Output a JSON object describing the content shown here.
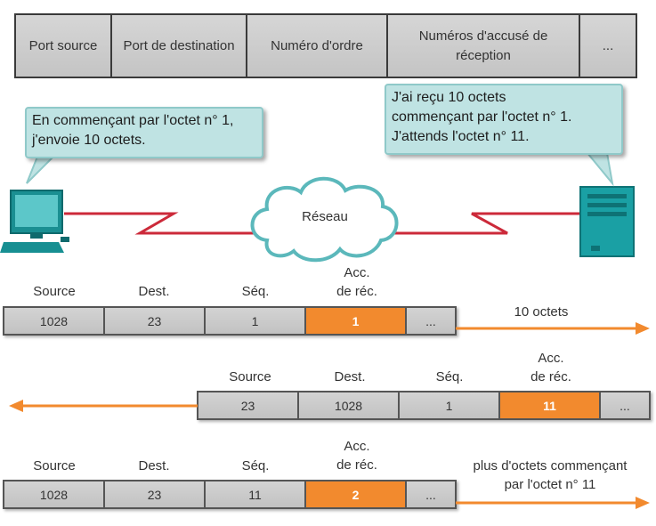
{
  "header_fields": [
    "Port source",
    "Port de destination",
    "Numéro d'ordre",
    "Numéros d'accusé de réception",
    "..."
  ],
  "callout_left": [
    "En commençant par l'octet n° 1,",
    "j'envoie 10 octets."
  ],
  "callout_right": [
    "J'ai reçu 10 octets",
    "commençant par l'octet n° 1.",
    "J'attends l'octet n° 11."
  ],
  "network_label": "Réseau",
  "columns": {
    "source": "Source",
    "dest": "Dest.",
    "seq": "Séq.",
    "ack_line1": "Acc.",
    "ack_line2": "de réc."
  },
  "segments": [
    {
      "source": "1028",
      "dest": "23",
      "seq": "1",
      "ack": "1",
      "more": "...",
      "note": "10 octets"
    },
    {
      "source": "23",
      "dest": "1028",
      "seq": "1",
      "ack": "11",
      "more": "..."
    },
    {
      "source": "1028",
      "dest": "23",
      "seq": "11",
      "ack": "2",
      "more": "...",
      "note_line1": "plus d'octets commençant",
      "note_line2": "par l'octet n° 11"
    }
  ],
  "colors": {
    "ack": "#f28a2e",
    "arrow": "#f28a2e",
    "link": "#cc2a3a",
    "callout": "#bfe3e3",
    "device": "#1fa0a0"
  }
}
